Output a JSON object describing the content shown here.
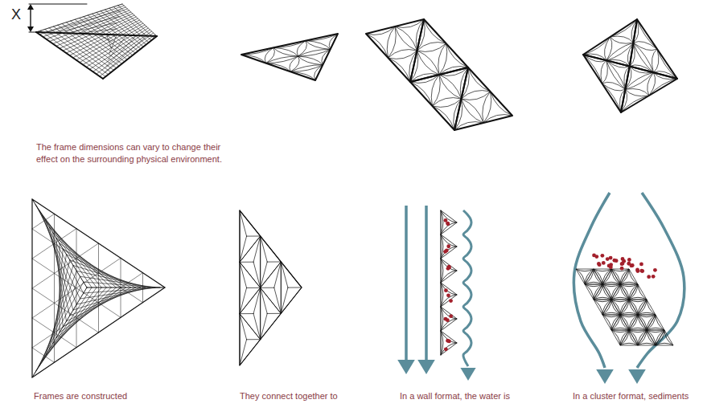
{
  "diagram": {
    "labels": [
      "X",
      "The frame dimensions can vary to change their effect on the surrounding physical environment.",
      "Frames are constructed",
      "They connect together to",
      "In a wall format, the water is",
      "In a cluster format, sediments"
    ]
  }
}
